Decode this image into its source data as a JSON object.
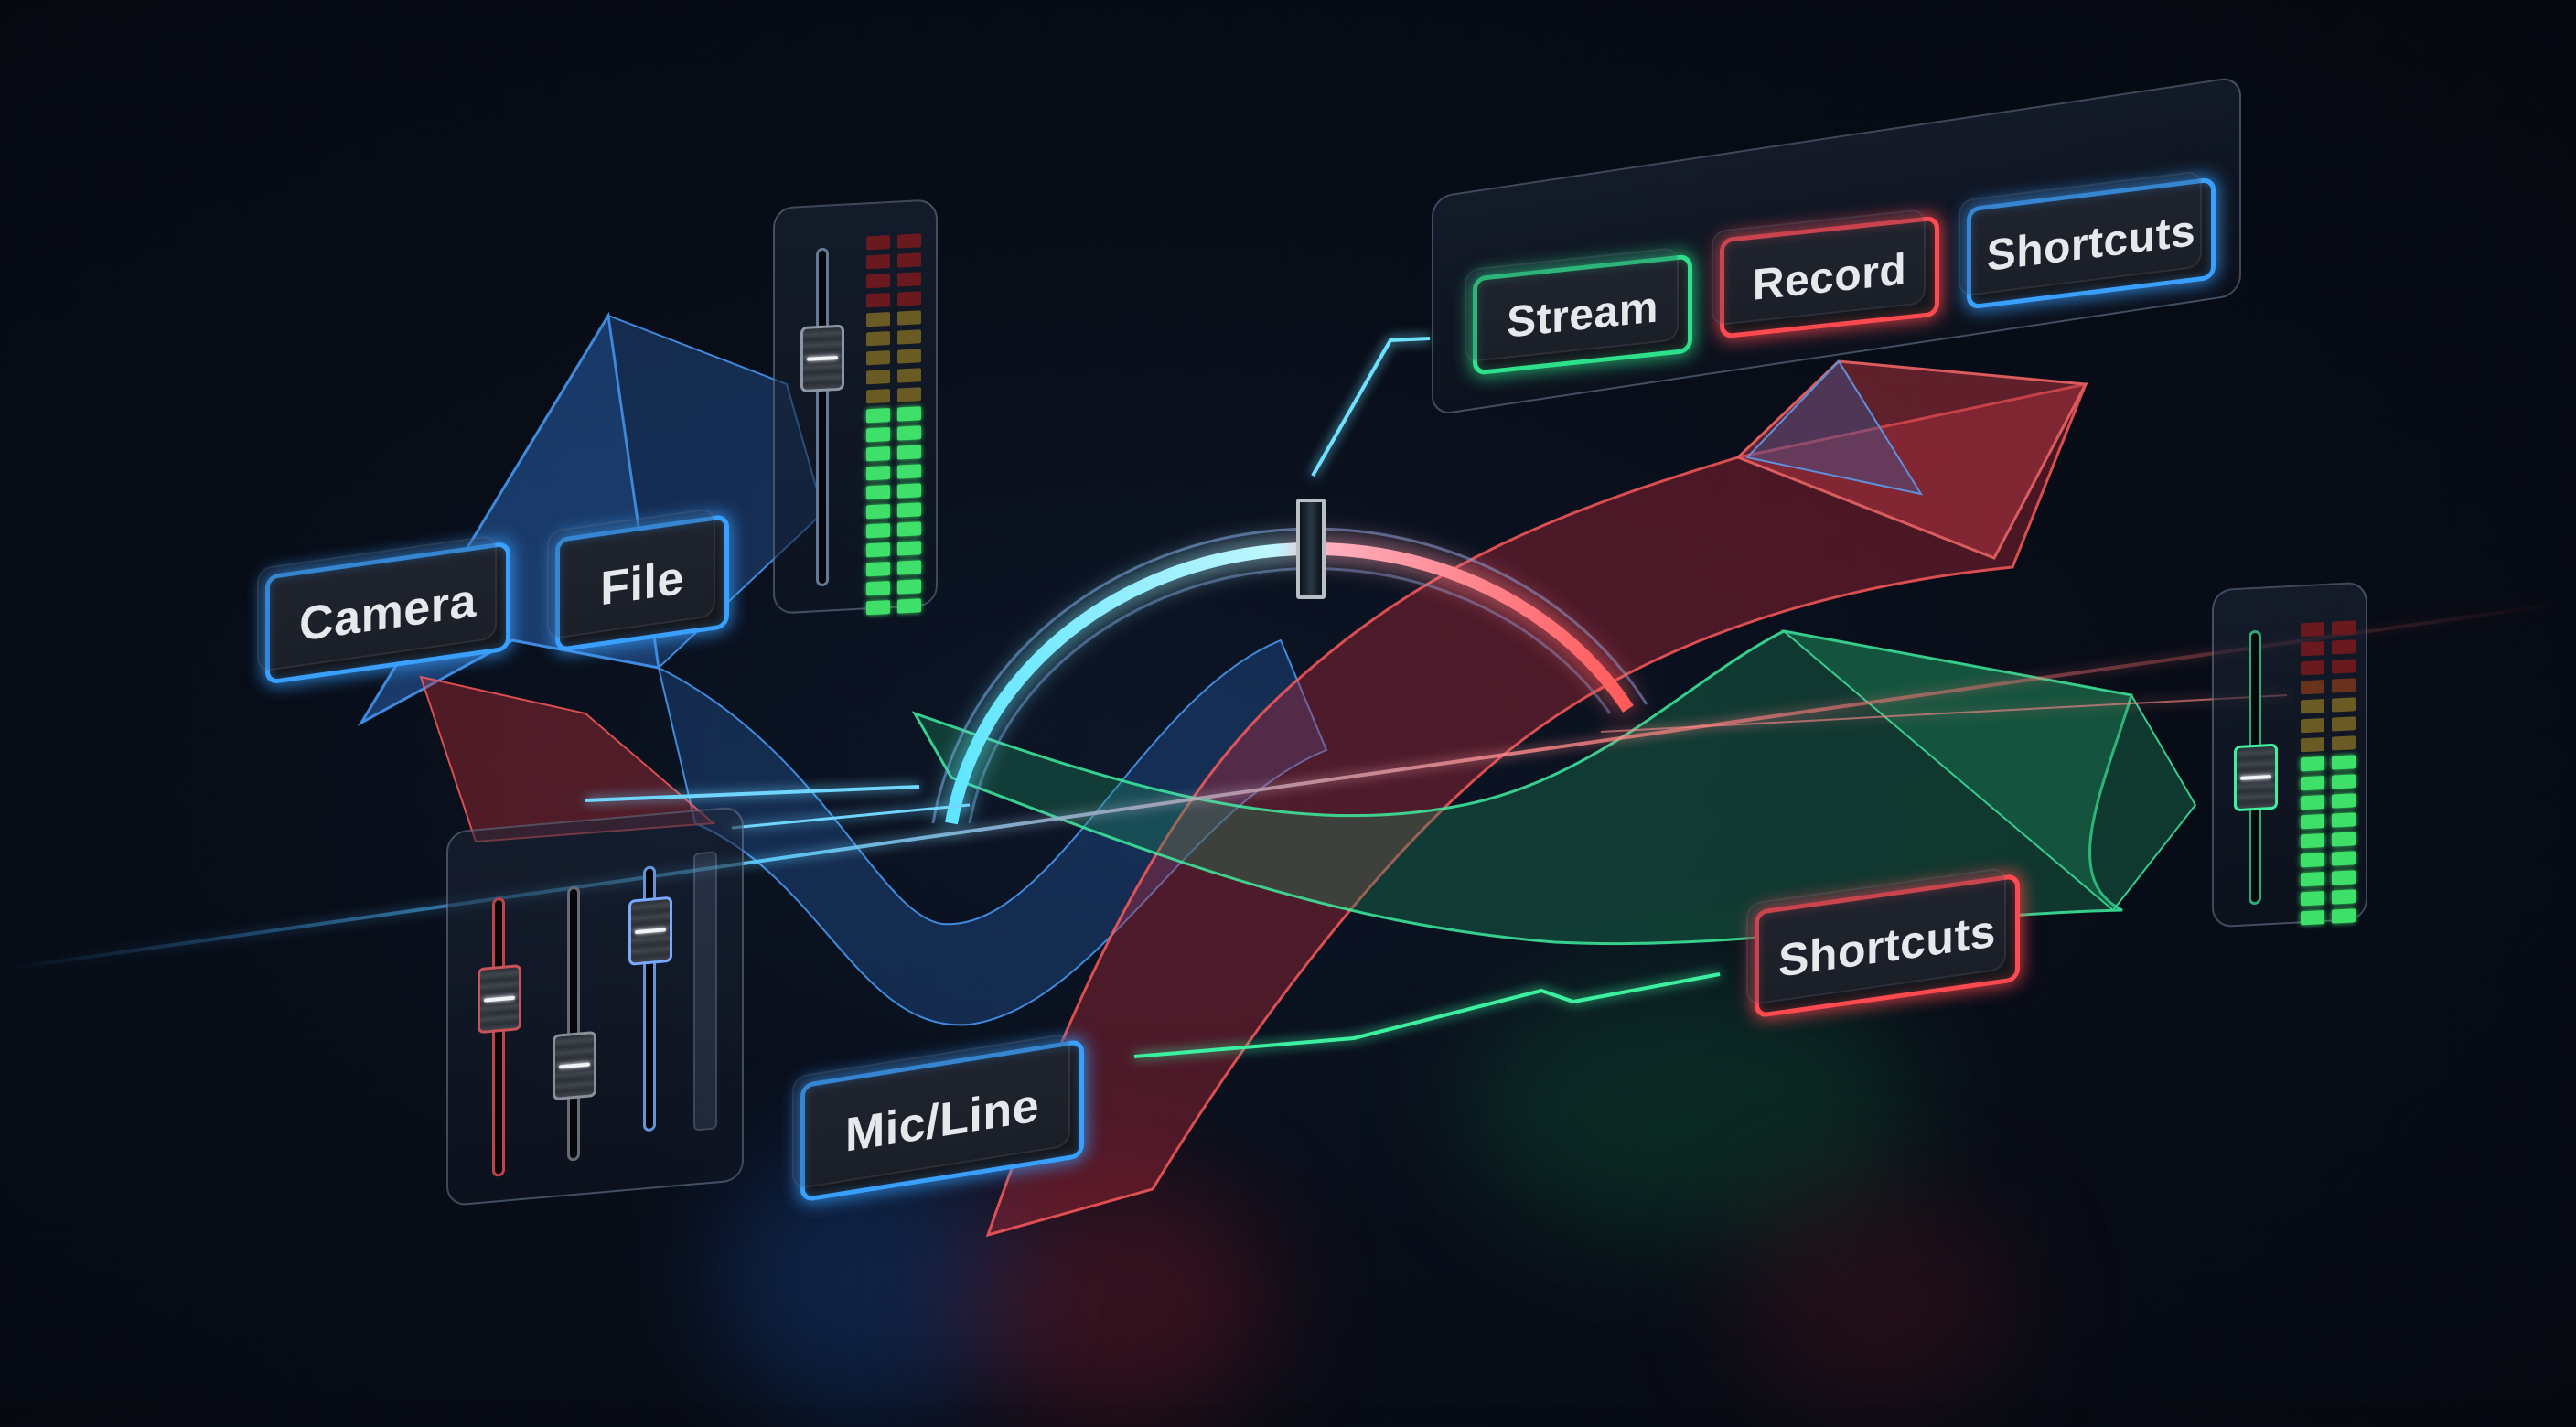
{
  "scene": {
    "background_color": "#070b14",
    "accent_colors": {
      "blue": "#3aa0ff",
      "cyan": "#5fe6ff",
      "red": "#ff4a4f",
      "green": "#2fe08a",
      "amber": "#e0b43a"
    }
  },
  "top_toolbar": {
    "buttons": [
      {
        "label": "Stream",
        "color": "green"
      },
      {
        "label": "Record",
        "color": "red"
      },
      {
        "label": "Shortcuts",
        "color": "blue"
      }
    ]
  },
  "source_buttons": [
    {
      "label": "Camera",
      "color": "blue"
    },
    {
      "label": "File",
      "color": "blue"
    }
  ],
  "input_button": {
    "label": "Mic/Line",
    "color": "blue"
  },
  "bottom_shortcuts_button": {
    "label": "Shortcuts",
    "color": "red"
  },
  "left_meter": {
    "fader_position_pct": 72,
    "segments": {
      "red": 4,
      "amber": 5,
      "green": 11
    },
    "lit_level_segments": 11
  },
  "right_meter": {
    "fader_position_pct": 40,
    "segments": {
      "red": 3,
      "orange": 1,
      "amber": 3,
      "green": 9
    },
    "lit_level_segments": 9
  },
  "fader_bank": {
    "channels": [
      {
        "color": "red",
        "position_pct": 60
      },
      {
        "color": "gray",
        "position_pct": 25
      },
      {
        "color": "blue",
        "position_pct": 78
      },
      {
        "color": "empty",
        "position_pct": null
      }
    ]
  },
  "crossfader_arc": {
    "left_color": "cyan",
    "right_color": "red",
    "knob_position_pct": 50
  }
}
